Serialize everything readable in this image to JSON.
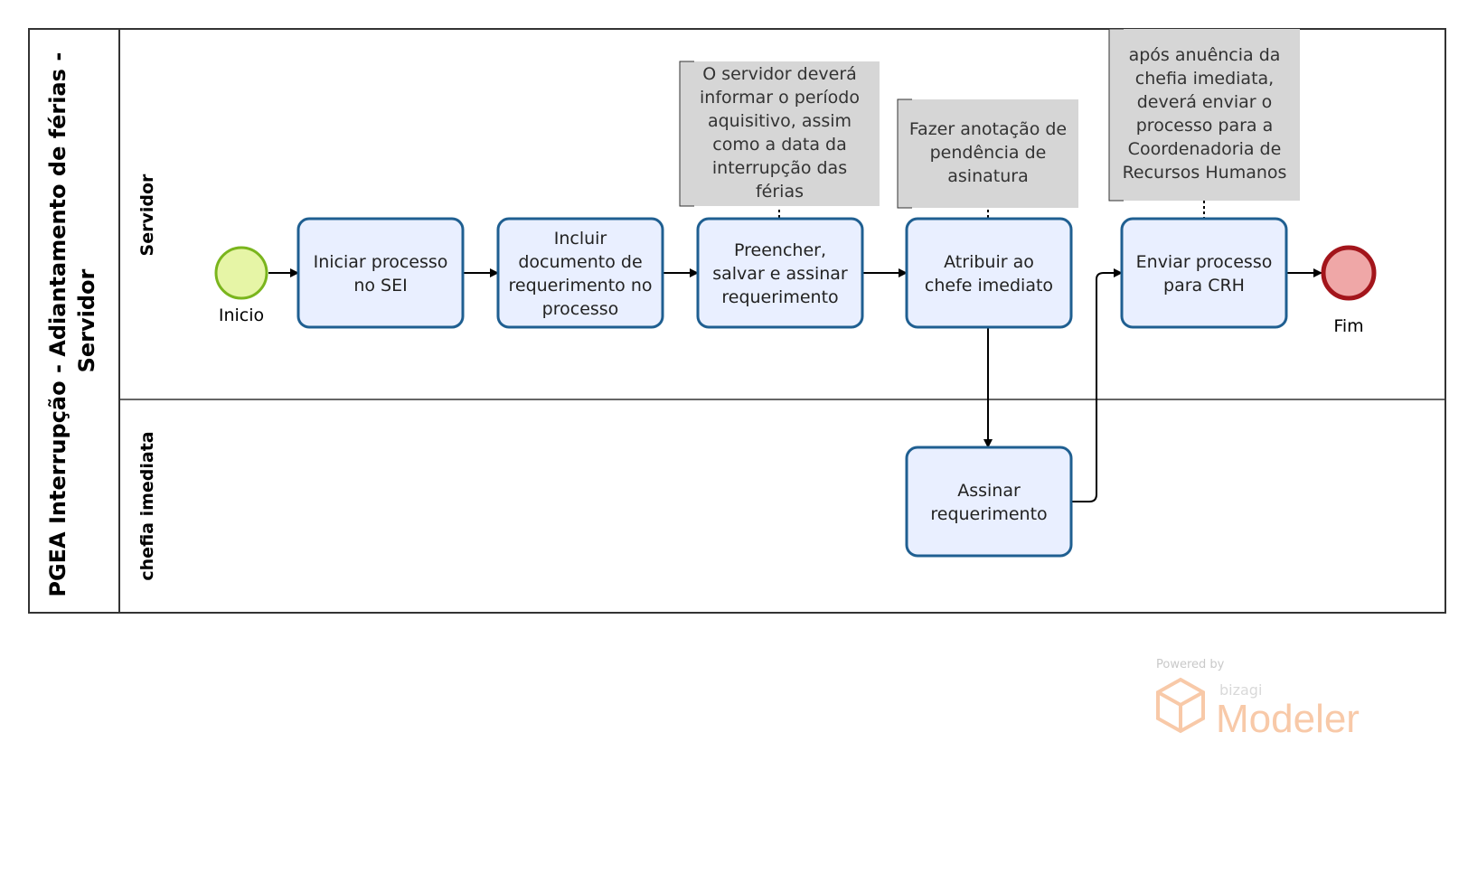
{
  "pool": {
    "title_line1": "PGEA Interrupção - Adiantamento de férias -",
    "title_line2": "Servidor"
  },
  "lanes": [
    {
      "id": "servidor",
      "label": "Servidor"
    },
    {
      "id": "chefia",
      "label": "chefia imediata"
    }
  ],
  "events": {
    "start": {
      "label": "Inicio",
      "fill": "#e6f5a6",
      "stroke": "#7ab51d"
    },
    "end": {
      "label": "Fim",
      "fill": "#efa7a7",
      "stroke": "#a3151b"
    }
  },
  "tasks": [
    {
      "id": "t1",
      "lines": [
        "Iniciar processo",
        "no SEI"
      ]
    },
    {
      "id": "t2",
      "lines": [
        "Incluir",
        "documento de",
        "requerimento no",
        "processo"
      ]
    },
    {
      "id": "t3",
      "lines": [
        "Preencher,",
        "salvar e assinar",
        "requerimento"
      ]
    },
    {
      "id": "t4",
      "lines": [
        "Atribuir ao",
        "chefe imediato"
      ]
    },
    {
      "id": "t5",
      "lines": [
        "Enviar processo",
        "para CRH"
      ]
    },
    {
      "id": "t6",
      "lines": [
        "Assinar",
        "requerimento"
      ]
    }
  ],
  "annotations": [
    {
      "id": "a1",
      "lines": [
        "O servidor deverá",
        "informar o período",
        "aquisitivo, assim",
        "como a data da",
        "interrupção das",
        "férias"
      ]
    },
    {
      "id": "a2",
      "lines": [
        "Fazer anotação de",
        "pendência de",
        "asinatura"
      ]
    },
    {
      "id": "a3",
      "lines": [
        "após anuência da",
        "chefia imediata,",
        "deverá enviar o",
        "processo para a",
        "Coordenadoria de",
        "Recursos Humanos"
      ]
    }
  ],
  "colors": {
    "task_fill": "#e9efff",
    "task_stroke": "#1f5f91",
    "note_fill": "#d6d6d6",
    "line": "#000000"
  },
  "watermark": {
    "powered": "Powered by",
    "brand": "bizagi",
    "product": "Modeler"
  }
}
